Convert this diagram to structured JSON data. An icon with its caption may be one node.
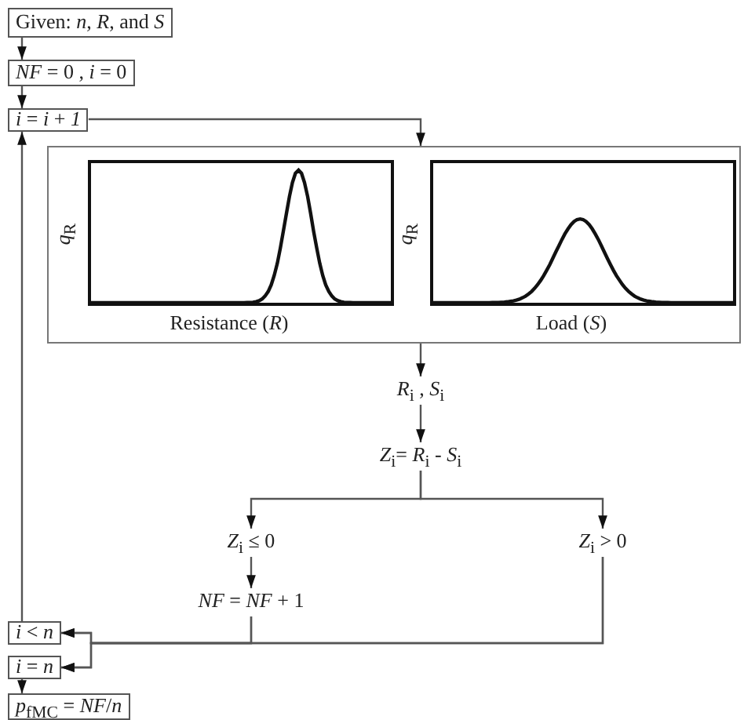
{
  "diagram": {
    "nodes": [
      {
        "text": [
          "Given: *n*, *R*, and *S*"
        ]
      },
      {
        "text": [
          "*NF* = 0 , *i* = 0"
        ]
      },
      {
        "text": [
          "*i* = *i* + *1*"
        ]
      },
      {
        "text": [],
        "shape": "box"
      },
      {
        "text": [
          "*q*$_{R}$",
          "Resistance (*R*)"
        ],
        "in": 3
      },
      {
        "text": [
          "*q*$_{R}$",
          "Load (*S*)"
        ],
        "in": 3
      },
      {
        "text": [
          "*R*$_{i}$ , *S*$_{i}$"
        ]
      },
      {
        "text": [
          "*Z*$_{i}$= *R*$_{i}$ - *S*$_{i}$"
        ]
      },
      {
        "text": [
          "*Z*$_{i}$ ≤ 0"
        ]
      },
      {
        "text": [
          "*Z*$_{i}$ > 0"
        ]
      },
      {
        "text": [
          "*NF* = *NF* + 1"
        ]
      },
      {
        "text": [
          "*i* < *n*"
        ]
      },
      {
        "text": [
          "*i* = *n*"
        ]
      },
      {
        "text": [
          "*p*$_{fMC}$ = *NF*/*n*"
        ]
      }
    ],
    "edges": [
      {
        "from": 0,
        "to": 1,
        "arrow": "to"
      },
      {
        "from": 1,
        "to": 2,
        "arrow": "to"
      },
      {
        "from": 2,
        "to": 3,
        "arrow": "to"
      },
      {
        "from": 3,
        "to": 6,
        "arrow": "to"
      },
      {
        "from": 6,
        "to": 7,
        "arrow": "to"
      },
      {
        "from": 7,
        "to": 8,
        "arrow": "to"
      },
      {
        "from": 7,
        "to": 9,
        "arrow": "to"
      },
      {
        "from": 8,
        "to": 10,
        "arrow": "to"
      },
      {
        "from": 10,
        "to": 11,
        "arrow": "to"
      },
      {
        "from": 10,
        "to": 12,
        "arrow": "to"
      },
      {
        "from": 9,
        "to": 11,
        "arrow": "to"
      },
      {
        "from": 9,
        "to": 12,
        "arrow": "to"
      },
      {
        "from": 11,
        "to": 2,
        "arrow": "to"
      },
      {
        "from": 12,
        "to": 13,
        "arrow": "to"
      }
    ]
  }
}
